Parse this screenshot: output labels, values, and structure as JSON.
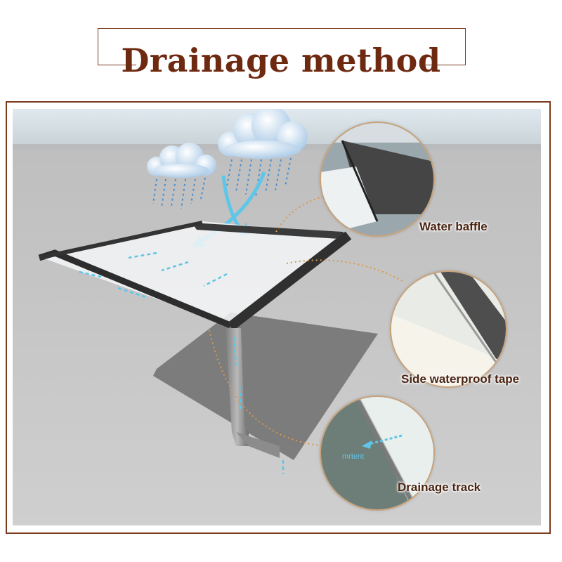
{
  "header": {
    "title": "Drainage method"
  },
  "callouts": {
    "water_baffle": "Water baffle",
    "side_tape": "Side waterproof tape",
    "drainage_track": "Drainage track"
  },
  "watermark": "mrtent",
  "colors": {
    "accent": "#6e2a10",
    "frame_border": "#7a3a1e",
    "arrow": "#5fc6e8",
    "structure": "#3a3a3a",
    "dotted_line": "#d49a52"
  }
}
